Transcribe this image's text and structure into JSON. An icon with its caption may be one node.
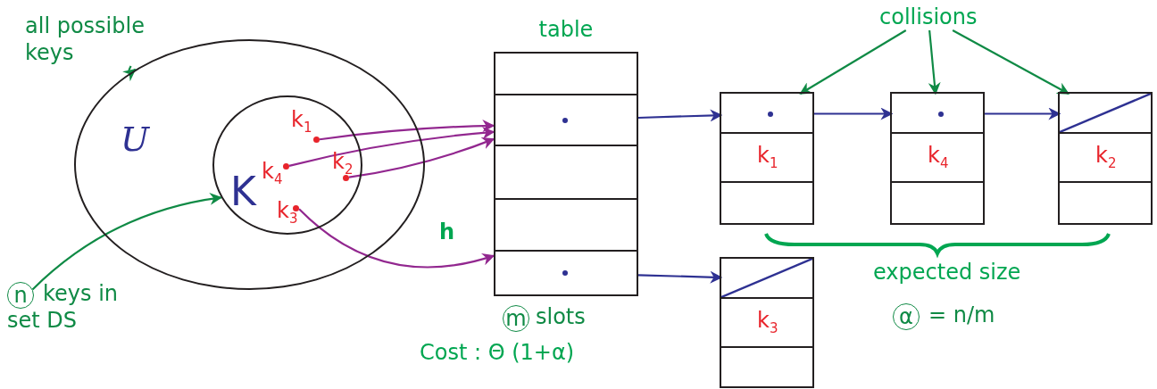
{
  "diagram": {
    "nodes": [
      {
        "text": [
          "all possible keys"
        ]
      },
      {
        "text": [
          "U"
        ]
      },
      {
        "text": [
          "K"
        ],
        "in": 1
      },
      {
        "text": [
          "k$_{1}$"
        ],
        "in": 2
      },
      {
        "text": [
          "k$_{2}$"
        ],
        "in": 2
      },
      {
        "text": [
          "k$_{4}$"
        ],
        "in": 2
      },
      {
        "text": [
          "k$_{3}$"
        ],
        "in": 2
      },
      {
        "text": [
          "n"
        ],
        "beside": [
          "keys in set DS"
        ]
      },
      {
        "text": [
          "collisions"
        ]
      },
      {
        "text": [
          "table"
        ]
      },
      {
        "text": [],
        "shape": "box",
        "in": 9
      },
      {
        "text": [],
        "shape": "box",
        "in": 9
      },
      {
        "text": [],
        "shape": "box",
        "in": 9
      },
      {
        "text": [],
        "shape": "box",
        "in": 9
      },
      {
        "text": [],
        "shape": "box",
        "in": 9
      },
      {
        "text": [
          "k$_{1}$"
        ]
      },
      {
        "text": [
          "k$_{4}$"
        ]
      },
      {
        "text": [
          "k$_{2}$"
        ]
      },
      {
        "text": [
          "k$_{3}$"
        ]
      },
      {
        "text": [
          "m"
        ],
        "beside": [
          "slots"
        ]
      },
      {
        "text": [
          "α"
        ],
        "beside": [
          "= n/m"
        ]
      }
    ],
    "edges": [
      {
        "from": 0,
        "to": 1,
        "arrow": "to"
      },
      {
        "from": 7,
        "to": 2,
        "arrow": "to"
      },
      {
        "from": 3,
        "to": 11,
        "arrow": "to",
        "color": "#92278f"
      },
      {
        "from": 5,
        "to": 11,
        "arrow": "to",
        "color": "#92278f"
      },
      {
        "from": 4,
        "to": 11,
        "arrow": "to",
        "color": "#92278f"
      },
      {
        "from": 6,
        "to": 14,
        "arrow": "to",
        "label": "h",
        "color": "#92278f"
      },
      {
        "from": 11,
        "to": 15,
        "arrow": "to",
        "color": "#2e3192"
      },
      {
        "from": 15,
        "to": 16,
        "arrow": "to",
        "color": "#2e3192"
      },
      {
        "from": 16,
        "to": 17,
        "arrow": "to",
        "color": "#2e3192"
      },
      {
        "from": 14,
        "to": 18,
        "arrow": "to",
        "color": "#2e3192"
      },
      {
        "from": 8,
        "to": 15,
        "arrow": "to"
      },
      {
        "from": 8,
        "to": 16,
        "arrow": "to"
      },
      {
        "from": 8,
        "to": 17,
        "arrow": "to"
      }
    ],
    "labels": [
      "Cost : Θ (1+α)",
      "expected size"
    ]
  }
}
